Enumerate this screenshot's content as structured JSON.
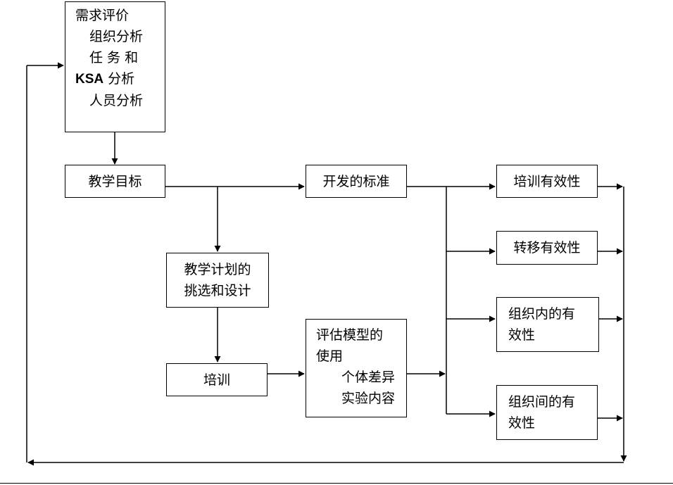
{
  "diagram": {
    "needs": {
      "title": "需求评价",
      "line1": "组织分析",
      "line2a": "任 务 和",
      "line2b_abbr": "KSA",
      "line2b_rest": " 分析",
      "line3": "人员分析"
    },
    "objectives": "教学目标",
    "criteria": "开发的标准",
    "design": {
      "line1": "教学计划的",
      "line2": "挑选和设计"
    },
    "training": "培训",
    "evaluation": {
      "line1": "评估模型的",
      "line2": "使用",
      "line3": "个体差异",
      "line4": "实验内容"
    },
    "outcomes": {
      "training_validity": "培训有效性",
      "transfer_validity": "转移有效性",
      "intra_org": {
        "line1": "组织内的有",
        "line2": "效性"
      },
      "inter_org": {
        "line1": "组织间的有",
        "line2": "效性"
      }
    }
  }
}
